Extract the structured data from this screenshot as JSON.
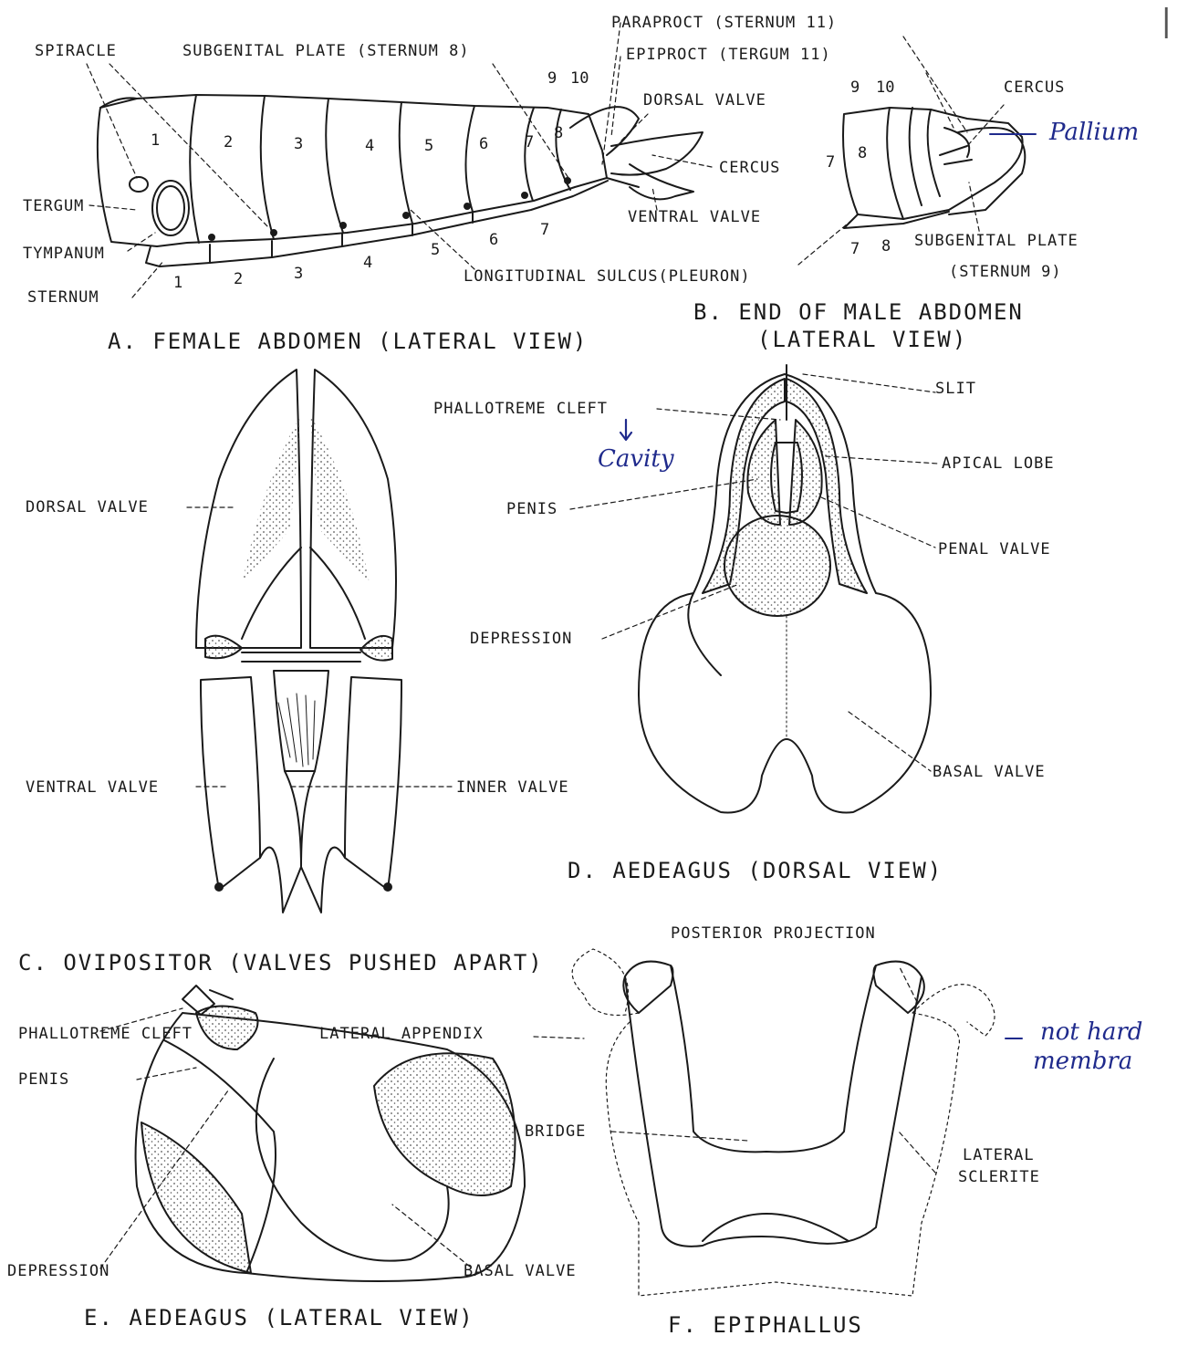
{
  "panels": {
    "a": {
      "caption": "A.  FEMALE ABDOMEN (LATERAL VIEW)",
      "labels": {
        "spiracle": "SPIRACLE",
        "subgenital_plate": "SUBGENITAL PLATE (STERNUM 8)",
        "paraproct": "PARAPROCT (STERNUM 11)",
        "epiproct": "EPIPROCT (TERGUM 11)",
        "dorsal_valve": "DORSAL VALVE",
        "cercus": "CERCUS",
        "ventral_valve": "VENTRAL VALVE",
        "tergum": "TERGUM",
        "tympanum": "TYMPANUM",
        "sternum": "STERNUM",
        "longitudinal_sulcus": "LONGITUDINAL SULCUS(PLEURON)"
      },
      "tergum_numbers": [
        "1",
        "2",
        "3",
        "4",
        "5",
        "6",
        "7",
        "8",
        "9",
        "10"
      ],
      "sternum_numbers": [
        "1",
        "2",
        "3",
        "4",
        "5",
        "6",
        "7"
      ]
    },
    "b": {
      "caption_line1": "B.  END OF MALE ABDOMEN",
      "caption_line2": "(LATERAL VIEW)",
      "labels": {
        "cercus": "CERCUS",
        "subgenital_plate": "SUBGENITAL PLATE",
        "sternum9": "(STERNUM 9)"
      },
      "numbers": [
        "9",
        "10",
        "7",
        "8",
        "7",
        "8"
      ],
      "handwritten": "Pallium"
    },
    "c": {
      "caption": "C.  OVIPOSITOR (VALVES PUSHED APART)",
      "labels": {
        "dorsal_valve": "DORSAL VALVE",
        "ventral_valve": "VENTRAL VALVE",
        "inner_valve": "INNER VALVE"
      }
    },
    "d": {
      "caption": "D.  AEDEAGUS (DORSAL VIEW)",
      "labels": {
        "slit": "SLIT",
        "phallotreme_cleft": "PHALLOTREME CLEFT",
        "apical_lobe": "APICAL LOBE",
        "penis": "PENIS",
        "penal_valve": "PENAL VALVE",
        "depression": "DEPRESSION",
        "basal_valve": "BASAL VALVE"
      },
      "handwritten": "Cavity"
    },
    "e": {
      "caption": "E.  AEDEAGUS (LATERAL VIEW)",
      "labels": {
        "phallotreme_cleft": "PHALLOTREME CLEFT",
        "lateral_appendix": "LATERAL APPENDIX",
        "penis": "PENIS",
        "depression": "DEPRESSION",
        "basal_valve": "BASAL VALVE"
      }
    },
    "f": {
      "caption": "F.  EPIPHALLUS",
      "labels": {
        "posterior_projection": "POSTERIOR PROJECTION",
        "bridge": "BRIDGE",
        "lateral_sclerite_1": "LATERAL",
        "lateral_sclerite_2": "SCLERITE"
      },
      "handwritten_1": "not hard",
      "handwritten_2": "membra"
    }
  },
  "page_mark": "|",
  "colors": {
    "ink": "#1a1a1a",
    "pen": "#1f2a8c",
    "stipple": "#555555"
  }
}
